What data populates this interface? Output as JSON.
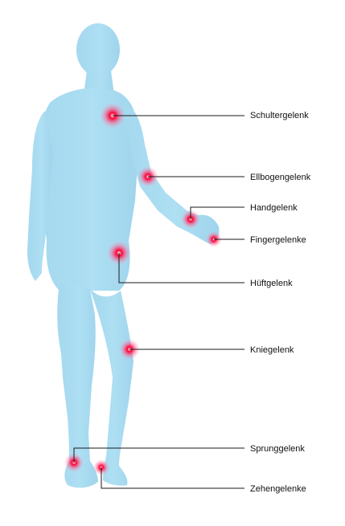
{
  "colors": {
    "body_fill": "#a9dbf0",
    "body_shade": "#95d0e9",
    "line": "#1a1a1a",
    "hotspot": "#ff0033"
  },
  "joints": [
    {
      "id": "shoulder",
      "label": "Schultergelenk"
    },
    {
      "id": "elbow",
      "label": "Ellbogengelenk"
    },
    {
      "id": "wrist",
      "label": "Handgelenk"
    },
    {
      "id": "fingers",
      "label": "Fingergelenke"
    },
    {
      "id": "hip",
      "label": "Hüftgelenk"
    },
    {
      "id": "knee",
      "label": "Kniegelenk"
    },
    {
      "id": "ankle",
      "label": "Sprunggelenk"
    },
    {
      "id": "toes",
      "label": "Zehengelenke"
    }
  ]
}
